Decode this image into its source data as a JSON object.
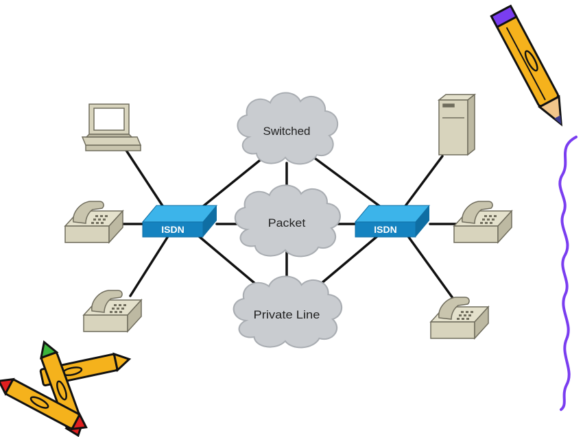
{
  "diagram": {
    "clouds": {
      "switched": "Switched",
      "packet": "Packet",
      "private_line": "Private Line"
    },
    "switches": {
      "left": "ISDN",
      "right": "ISDN"
    }
  },
  "colors": {
    "cloud_fill": "#c9ccd0",
    "cloud_stroke": "#a9adb2",
    "isdn_top": "#2aa8e0",
    "isdn_front": "#1583c0",
    "isdn_side": "#0f6ea3",
    "device_fill": "#d8d4bd",
    "device_stroke": "#6f6c5c",
    "link": "#111111",
    "squiggle": "#7a3df0",
    "pencil_yellow": "#f5b21c"
  },
  "icons": {
    "computer": "desktop-computer-icon",
    "server": "tower-server-icon",
    "phone": "telephone-icon",
    "pencil": "pencil-clipart",
    "crayons": "crayons-clipart"
  }
}
